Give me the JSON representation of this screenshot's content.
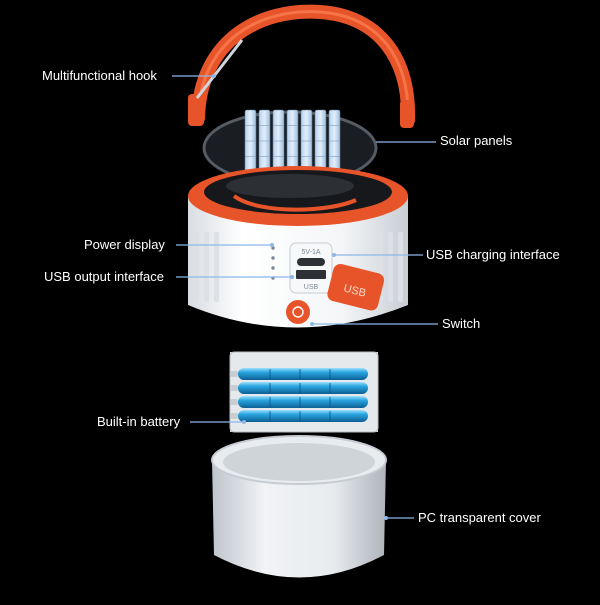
{
  "labels": {
    "hook": "Multifunctional hook",
    "solar_panels": "Solar panels",
    "power_display": "Power display",
    "usb_charging": "USB charging interface",
    "usb_output": "USB output interface",
    "switch": "Switch",
    "battery": "Built-in battery",
    "cover": "PC transparent cover"
  },
  "port_labels": {
    "rating": "5V-1A",
    "usb": "USB",
    "cap": "USB"
  },
  "colors": {
    "background": "#000000",
    "accent": "#e8542a",
    "leader": "#8fb6e8",
    "battery": "#1f8fd0",
    "solar": "#9fc4ea"
  }
}
